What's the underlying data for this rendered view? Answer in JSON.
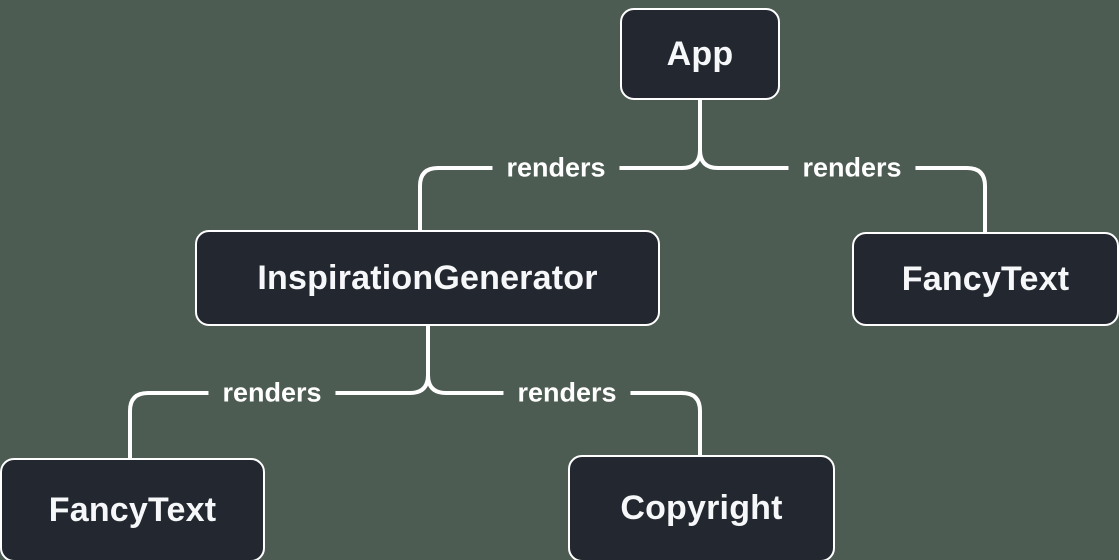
{
  "diagram": {
    "type": "component-render-tree",
    "nodes": [
      {
        "id": "app",
        "label": "App"
      },
      {
        "id": "inspiration-generator",
        "label": "InspirationGenerator"
      },
      {
        "id": "fancy-text-right",
        "label": "FancyText"
      },
      {
        "id": "fancy-text-left",
        "label": "FancyText"
      },
      {
        "id": "copyright",
        "label": "Copyright"
      }
    ],
    "edges": [
      {
        "from": "App",
        "to": "InspirationGenerator",
        "label": "renders"
      },
      {
        "from": "App",
        "to": "FancyText",
        "label": "renders"
      },
      {
        "from": "InspirationGenerator",
        "to": "FancyText",
        "label": "renders"
      },
      {
        "from": "InspirationGenerator",
        "to": "Copyright",
        "label": "renders"
      }
    ],
    "colors": {
      "background": "#4d5c52",
      "node_fill": "#23272f",
      "node_border": "#ffffff",
      "node_text": "#f6f7f9",
      "line": "#ffffff",
      "label_text": "#ffffff"
    }
  }
}
